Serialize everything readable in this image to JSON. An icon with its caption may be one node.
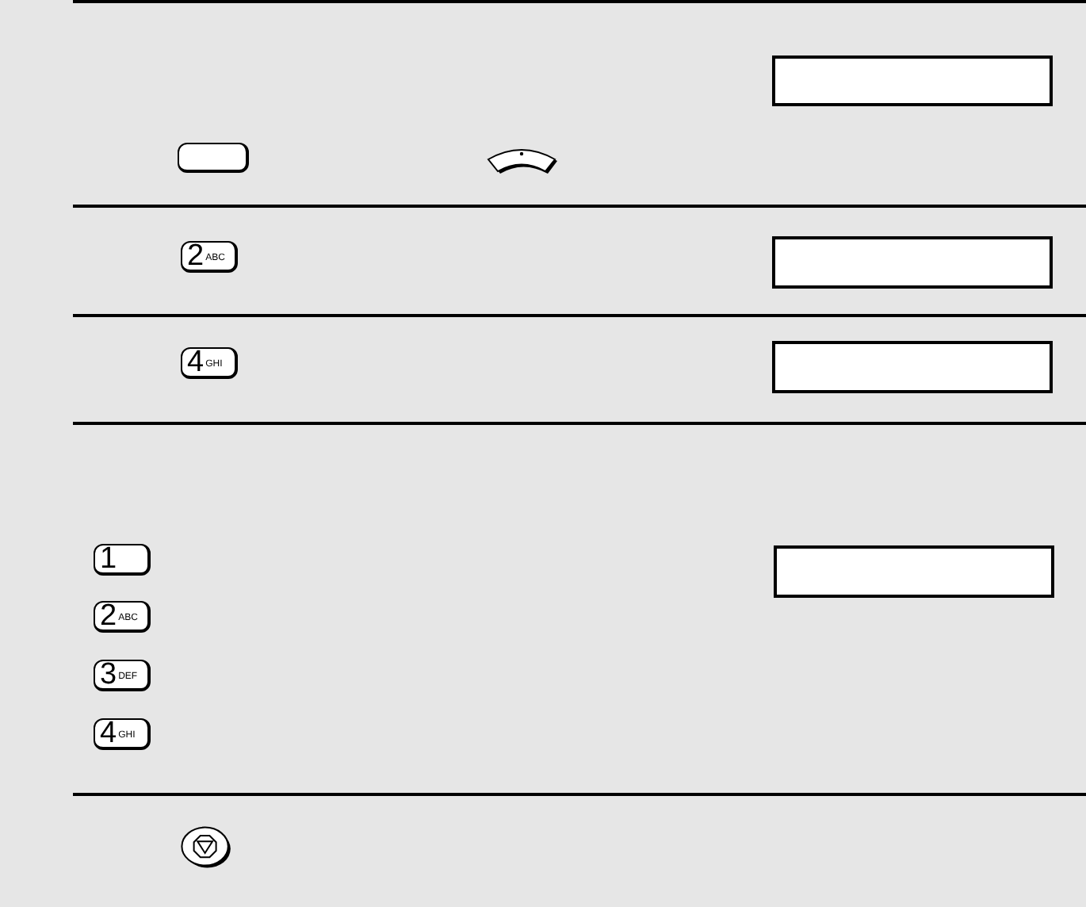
{
  "diagram": {
    "nodes": [
      {
        "text": [],
        "shape": "box"
      },
      {
        "text": [],
        "shape": "key"
      },
      {
        "text": [],
        "shape": "arc"
      },
      {
        "text": [
          "2",
          "ABC"
        ]
      },
      {
        "text": [],
        "shape": "box"
      },
      {
        "text": [
          "4",
          "GHI"
        ]
      },
      {
        "text": [],
        "shape": "box"
      },
      {
        "text": [
          "1"
        ]
      },
      {
        "text": [],
        "shape": "box"
      },
      {
        "text": [
          "2",
          "ABC"
        ]
      },
      {
        "text": [
          "3",
          "DEF"
        ]
      },
      {
        "text": [
          "4",
          "GHI"
        ]
      },
      {
        "text": [],
        "shape": "oval"
      }
    ]
  }
}
